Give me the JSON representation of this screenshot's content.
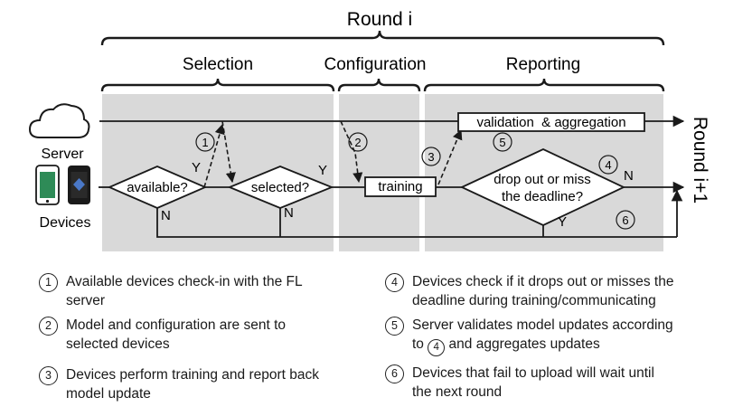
{
  "title": "Round i",
  "next_round": "Round i+1",
  "phases": {
    "selection": "Selection",
    "configuration": "Configuration",
    "reporting": "Reporting"
  },
  "actors": {
    "server": "Server",
    "devices": "Devices"
  },
  "nodes": {
    "available": "available?",
    "selected": "selected?",
    "training": "training",
    "validation": "validation  & aggregation",
    "drop_line1": "drop out or miss",
    "drop_line2": "the deadline?"
  },
  "branch_labels": {
    "yes": "Y",
    "no": "N"
  },
  "step_markers": [
    "1",
    "2",
    "3",
    "4",
    "5",
    "6"
  ],
  "legend": [
    {
      "num": "1",
      "text": "Available  devices check-in with the FL\nserver"
    },
    {
      "num": "2",
      "text": "Model and configuration are sent to\nselected devices"
    },
    {
      "num": "3",
      "text": "Devices perform training and report back\nmodel update"
    },
    {
      "num": "4",
      "text": "Devices check if it drops out or misses the\ndeadline  during training/communicating"
    },
    {
      "num": "5",
      "pre": "Server validates model updates according\nto ",
      "ref": "4",
      "post": " and aggregates updates"
    },
    {
      "num": "6",
      "text": "Devices that fail to upload will wait until\nthe next round"
    }
  ],
  "colors": {
    "phase_fill": "#d9d9d9",
    "line": "#1a1a1a",
    "background": "#ffffff"
  }
}
